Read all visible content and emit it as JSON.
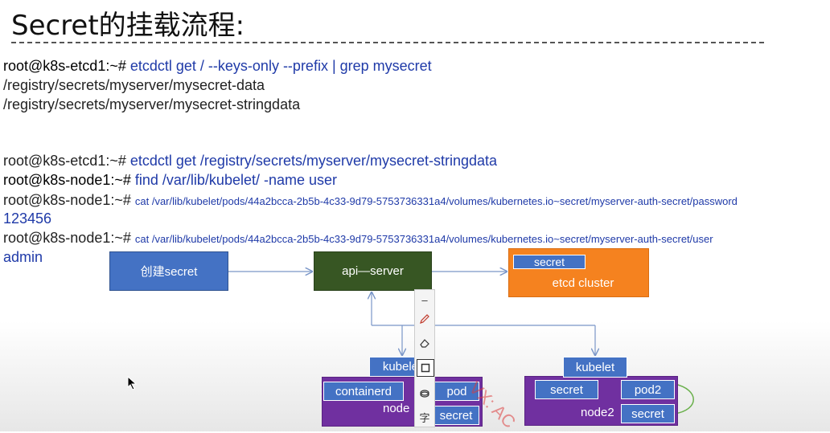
{
  "title": "Secret的挂载流程:",
  "terminal": {
    "lines": [
      {
        "prompt": "root@k8s-etcd1:~#",
        "cmd": "etcdctl  get / --keys-only --prefix | grep mysecret"
      },
      {
        "output": "/registry/secrets/myserver/mysecret-data"
      },
      {
        "output": "/registry/secrets/myserver/mysecret-stringdata"
      },
      {
        "prompt": "root@k8s-etcd1:~#",
        "cmd": "etcdctl  get /registry/secrets/myserver/mysecret-stringdata"
      },
      {
        "prompt": "root@k8s-node1:~#",
        "cmd": "find /var/lib/kubelet/ -name user"
      },
      {
        "prompt": "root@k8s-node1:~#",
        "cmd": "cat /var/lib/kubelet/pods/44a2bcca-2b5b-4c33-9d79-5753736331a4/volumes/kubernetes.io~secret/myserver-auth-secret/password"
      },
      {
        "output": "123456"
      },
      {
        "prompt": "root@k8s-node1:~#",
        "cmd": "cat /var/lib/kubelet/pods/44a2bcca-2b5b-4c33-9d79-5753736331a4/volumes/kubernetes.io~secret/myserver-auth-secret/user"
      },
      {
        "output": "admin"
      }
    ]
  },
  "diagram": {
    "create_secret": "创建secret",
    "api_server": "api—server",
    "etcd_secret": "secret",
    "etcd_cluster": "etcd  cluster",
    "node1": {
      "kubelet": "kubelet",
      "containerd": "containerd",
      "pod": "pod",
      "secret": "secret",
      "label": "node"
    },
    "node2": {
      "kubelet": "kubelet",
      "secret": "secret",
      "pod": "pod2",
      "secret2": "secret",
      "label": "node2"
    }
  },
  "toolbar": {
    "icons": [
      "minus-icon",
      "pen-icon",
      "eraser-icon",
      "rectangle-icon",
      "shape-icon",
      "text-icon"
    ],
    "text_tool": "字"
  },
  "watermark": "VX: AC",
  "colors": {
    "blue": "#4472c4",
    "green": "#375623",
    "orange": "#f5821f",
    "purple": "#7030a0",
    "cmd_blue": "#1f3aa8"
  }
}
